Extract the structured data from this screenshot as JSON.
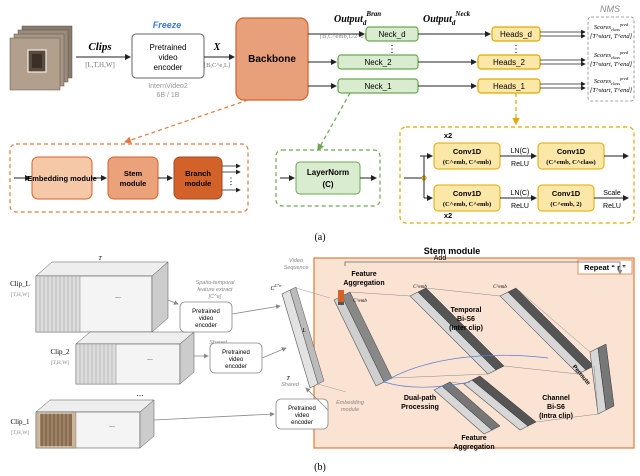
{
  "panel_a": {
    "input": {
      "clips_label": "Clips",
      "clips_dims": "[L,T,H,W]"
    },
    "encoder": {
      "freeze_label": "Freeze",
      "name_line1": "Pretrained",
      "name_line2": "video",
      "name_line3": "encoder",
      "model_line1": "InternVideo2",
      "model_line2": "6B / 1B"
    },
    "features": {
      "symbol": "X",
      "dims": "[B,C^e,L]"
    },
    "backbone": {
      "label": "Backbone"
    },
    "output_bran": {
      "label": "Output",
      "sub": "d",
      "sup": "Bran",
      "dims": "[B,C^emb,L/2^d]"
    },
    "output_neck": {
      "label": "Output",
      "sub": "d",
      "sup": "Neck"
    },
    "necks": [
      "Neck_d",
      "Neck_2",
      "Neck_1"
    ],
    "heads": [
      "Heads_d",
      "Heads_2",
      "Heads_1"
    ],
    "nms": {
      "label": "NMS",
      "scores_line1": "Scores",
      "scores_sub": "class",
      "scores_sup": "pred",
      "times_line": "[T^start, T^end]"
    },
    "branch_detail": {
      "modules": [
        "Embedding module",
        "Stem module",
        "Branch module"
      ]
    },
    "layernorm": {
      "label": "LayerNorm",
      "sub": "(C)"
    },
    "head_detail": {
      "x2_top": "x2",
      "x2_bottom": "x2",
      "top_conv1": {
        "name": "Conv1D",
        "dims": "(C^emb, C^emb)"
      },
      "top_conv2": {
        "name": "Conv1D",
        "dims": "(C^emb, C^class)"
      },
      "bottom_conv1": {
        "name": "Conv1D",
        "dims": "(C^emb, C^emb)"
      },
      "bottom_conv2": {
        "name": "Conv1D",
        "dims": "(C^emb, 2)"
      },
      "ln_top": "LN(C)",
      "relu_top": "ReLU",
      "ln_bottom": "LN(C)",
      "relu_bottom": "ReLU",
      "scale": "Scale",
      "relu_out": "ReLU"
    },
    "caption": "(a)"
  },
  "panel_b": {
    "stem_module_title": "Stem module",
    "repeat_label": "Repeat “ r ”",
    "add_label": "Add",
    "clip_width_label": "T",
    "clips": [
      {
        "name": "Clip_L",
        "dims": "[T,H,W]"
      },
      {
        "name": "Clip_2",
        "dims": "[T,H,W]"
      },
      {
        "name": "Clip_1",
        "dims": "[T,H,W]"
      }
    ],
    "cell_label": "...",
    "dots": "...",
    "extract_label_line1": "Spatio-temporal",
    "extract_label_line2": "feature extract",
    "extract_label_line3": "[C^e]",
    "shared_label": "Shared",
    "shared_label2": "Shared",
    "encoder_line1": "Pretrained",
    "encoder_line2": "video",
    "encoder_line3": "encoder",
    "video_sequence_line1": "Video",
    "video_sequence_line2": "Sequence",
    "ce_label": "C^e",
    "cemb_label": "C^emb",
    "l_label": "L",
    "t_label": "T",
    "embedding_module_line1": "Embedding",
    "embedding_module_line2": "module",
    "feature_aggregation_top_line1": "Feature",
    "feature_aggregation_top_line2": "Aggregation",
    "temporal_line1": "Temporal",
    "temporal_line2": "Bi-S6",
    "temporal_line3": "(Inter clip)",
    "dual_path_line1": "Dual-path",
    "dual_path_line2": "Processing",
    "channel_line1": "Channel",
    "channel_line2": "Bi-S6",
    "channel_line3": "(Intra clip)",
    "feature_aggregation_bottom_line1": "Feature",
    "feature_aggregation_bottom_line2": "Aggregation",
    "permute_label": "Permute",
    "caption": "(b)"
  },
  "colors": {
    "orange": "#e07b3c",
    "orange_light": "#f5c9a8",
    "orange_dark": "#d3612a",
    "green": "#6aa84f",
    "green_light": "#d9ecd0",
    "yellow": "#f2c232",
    "yellow_light": "#fbe7a8",
    "grey": "#9a9a9a",
    "blue_line": "#5b7fd6",
    "stem_bg": "#fbe3d3"
  }
}
